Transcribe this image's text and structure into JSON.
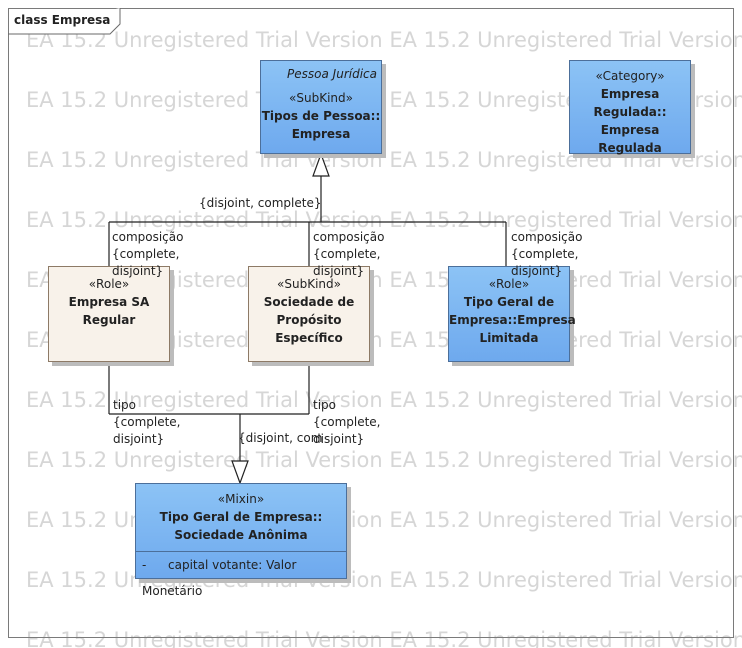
{
  "frame": {
    "title": "class Empresa"
  },
  "watermark": "EA 15.2 Unregistered Trial Version EA 15.2 Unregistered Trial Version EA 15.2 Unregistered Trial Version",
  "classes": {
    "pessoa_empresa": {
      "tag": "Pessoa Jurídica",
      "stereotype": "«SubKind»",
      "name_line1": "Tipos de Pessoa::",
      "name_line2": "Empresa"
    },
    "empresa_regulada": {
      "stereotype": "«Category»",
      "name_line1": "Empresa",
      "name_line2": "Regulada::",
      "name_line3": "Empresa Regulada"
    },
    "empresa_sa_regular": {
      "stereotype": "«Role»",
      "name_line1": "Empresa SA",
      "name_line2": "Regular"
    },
    "sociedade_proposito": {
      "stereotype": "«SubKind»",
      "name_line1": "Sociedade de",
      "name_line2": "Propósito",
      "name_line3": "Específico"
    },
    "empresa_limitada": {
      "stereotype": "«Role»",
      "name_line1": "Tipo Geral de",
      "name_line2": "Empresa::Empresa",
      "name_line3": "Limitada"
    },
    "sociedade_anonima": {
      "stereotype": "«Mixin»",
      "name_line1": "Tipo Geral de Empresa::",
      "name_line2": "Sociedade Anônima",
      "attribute_visibility": "-",
      "attribute": "capital votante: Valor Monetário"
    }
  },
  "generalization_sets": {
    "top": {
      "constraint": "{disjoint, complete}"
    },
    "bottom": {
      "constraint": "{disjoint, com"
    }
  },
  "edge_labels": {
    "composicao_1": {
      "line1": "composição",
      "line2": "{complete,",
      "line3": "disjoint}"
    },
    "composicao_2": {
      "line1": "composição",
      "line2": "{complete,",
      "line3": "disjoint}"
    },
    "composicao_3": {
      "line1": "composição",
      "line2": "{complete,",
      "line3": "disjoint}"
    },
    "tipo_1": {
      "line1": "tipo",
      "line2": "{complete,",
      "line3": "disjoint}"
    },
    "tipo_2": {
      "line1": "tipo",
      "line2": "{complete,",
      "line3": "disjoint}"
    }
  }
}
